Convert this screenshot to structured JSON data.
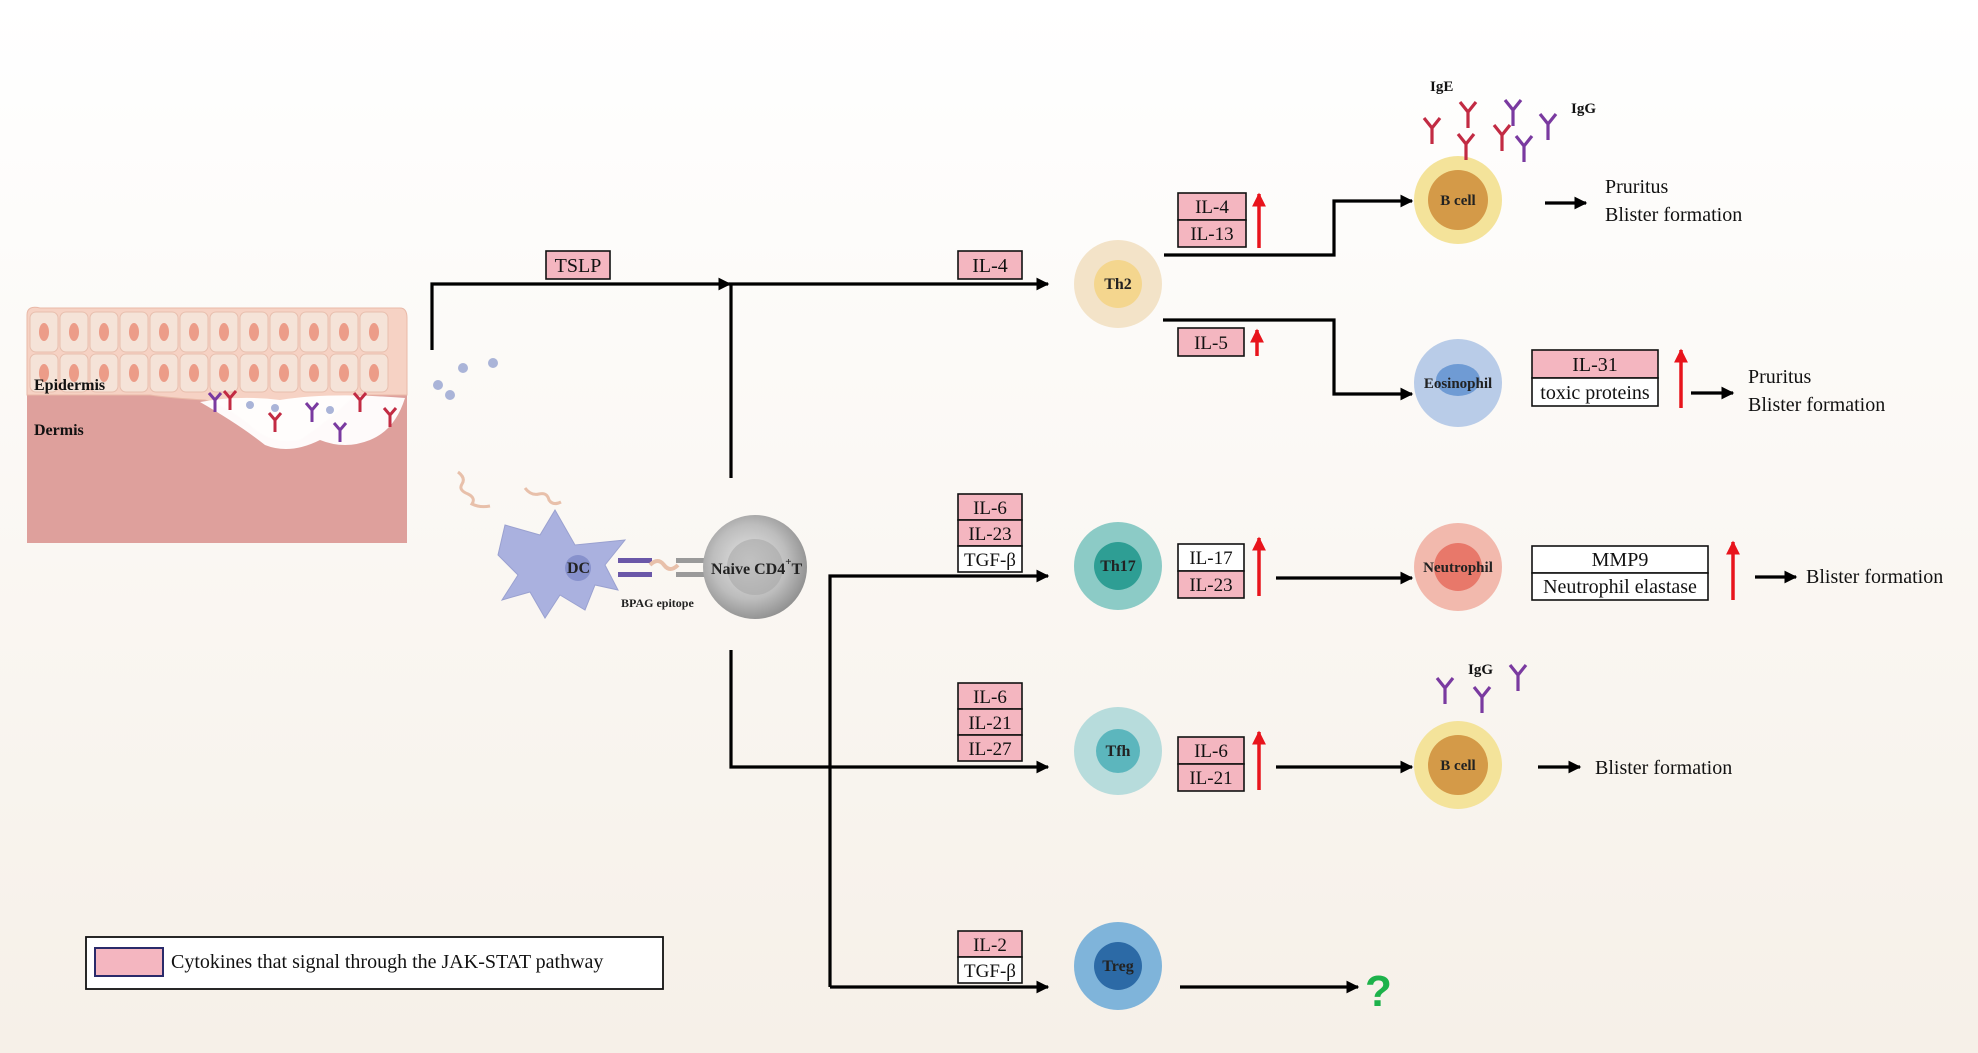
{
  "tissue": {
    "epidermis": "Epidermis",
    "dermis": "Dermis"
  },
  "cells": {
    "dc": "DC",
    "naive": {
      "main": "Naive CD4",
      "sup": "+",
      "tail": "T"
    },
    "bpag": "BPAG epitope",
    "th2": "Th2",
    "th17": "Th17",
    "tfh": "Tfh",
    "treg": "Treg",
    "bcell_top": "B cell",
    "eosinophil": "Eosinophil",
    "neutrophil": "Neutrophil",
    "bcell_bottom": "B cell"
  },
  "cytokines": {
    "tslp": "TSLP",
    "il4": "IL-4",
    "th17_inputs": [
      "IL-6",
      "IL-23",
      "TGF-β"
    ],
    "tfh_inputs": [
      "IL-6",
      "IL-21",
      "IL-27"
    ],
    "treg_inputs": [
      "IL-2",
      "TGF-β"
    ],
    "th2_up": [
      "IL-4",
      "IL-13"
    ],
    "th2_il5": "IL-5",
    "th17_up": [
      "IL-17",
      "IL-23"
    ],
    "tfh_up": [
      "IL-6",
      "IL-21"
    ],
    "eos_up": [
      "IL-31",
      "toxic proteins"
    ],
    "neu_up": [
      "MMP9",
      "Neutrophil elastase"
    ]
  },
  "antibodies": {
    "ige": "IgE",
    "igg_top": "IgG",
    "igg_bottom": "IgG"
  },
  "outcomes": {
    "bcell_top": [
      "Pruritus",
      "Blister formation"
    ],
    "eos": [
      "Pruritus",
      "Blister formation"
    ],
    "neu": "Blister formation",
    "bcell_bottom": "Blister formation",
    "treg": "?"
  },
  "legend": {
    "text": "Cytokines that signal through the JAK-STAT pathway"
  },
  "colors": {
    "pink_box": "#f4b6c0",
    "up_arrow": "#e8141c",
    "question": "#1db24b",
    "ige": "#c22b43",
    "igg": "#7a3aa0"
  }
}
